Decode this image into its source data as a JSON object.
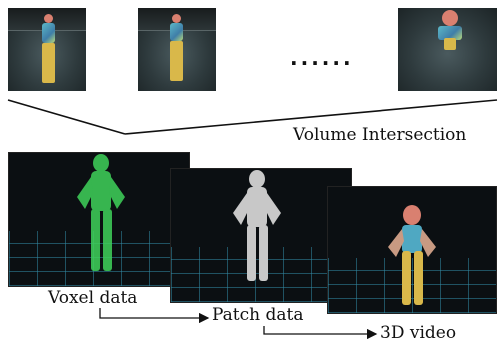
{
  "labels": {
    "volume_intersection": "Volume Intersection",
    "voxel_data": "Voxel data",
    "patch_data": "Patch data",
    "video_3d": "3D video"
  },
  "ellipsis": "......",
  "colors": {
    "voxel_green": "#3fd25a",
    "patch_gray": "#c8c8c8",
    "grid_cyan": "#3cb4d2"
  }
}
